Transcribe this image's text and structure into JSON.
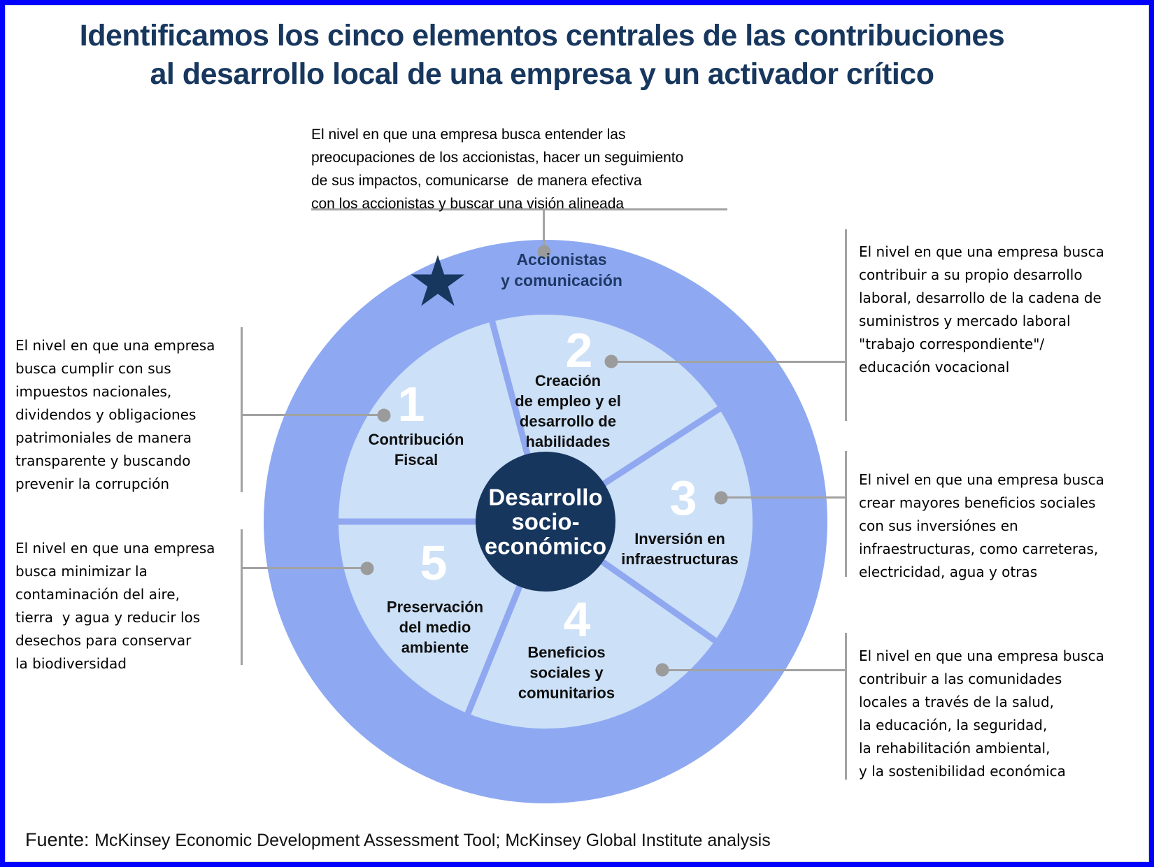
{
  "title": {
    "text": "Identificamos los cinco elementos centrales de las contribuciones\nal desarrollo local de una empresa y un activador crítico"
  },
  "center": {
    "label": "Desarrollo\nsocio-\neconómico"
  },
  "activator": {
    "star": "★",
    "label": "Accionistas\ny comunicación",
    "annotation": "El nivel en que una empresa busca entender las\npreocupaciones de los accionistas, hacer un seguimiento\nde sus impactos, comunicarse  de manera efectiva\ncon los accionistas y buscar una visión alineada"
  },
  "segments": [
    {
      "number": "1",
      "label": "Contribución\nFiscal",
      "annotation": "El nivel en que una empresa\nbusca cumplir con sus\nimpuestos nacionales,\ndividendos y obligaciones\npatrimoniales de manera\ntransparente y buscando\nprevenir la corrupción"
    },
    {
      "number": "2",
      "label": "Creación\nde empleo y el\ndesarrollo de\nhabilidades",
      "annotation": "El nivel en que una empresa busca\ncontribuir a su propio desarrollo\nlaboral, desarrollo de la cadena de\nsuministros y mercado laboral\n\"trabajo correspondiente\"/\neducación vocacional"
    },
    {
      "number": "3",
      "label": "Inversión en\ninfraestructuras",
      "annotation": "El nivel en que una empresa busca\ncrear mayores beneficios sociales\ncon sus inversiónes en\ninfraestructuras, como carreteras,\nelectricidad, agua y otras"
    },
    {
      "number": "4",
      "label": "Beneficios\nsociales y\ncomunitarios",
      "annotation": "El nivel en que una empresa busca\ncontribuir a las comunidades\nlocales a través de la salud,\nla educación, la seguridad,\nla rehabilitación ambiental,\ny la sostenibilidad económica"
    },
    {
      "number": "5",
      "label": "Preservación\ndel medio\nambiente",
      "annotation": "El nivel en que una empresa\nbusca minimizar la\ncontaminación del aire,\ntierra  y agua y reducir los\ndesechos para conservar\nla biodiversidad"
    }
  ],
  "source": {
    "label": "Fuente: ",
    "text": "McKinsey Economic Development Assessment Tool; McKinsey Global Institute analysis"
  },
  "colors": {
    "frame": "#0000ff",
    "title": "#17375e",
    "outer_ring": "#8ea9f2",
    "inner_disc": "#cce0f7",
    "spoke": "#8fa8f0",
    "center_circle": "#17365e",
    "number": "#ffffff",
    "segment_label": "#101010",
    "activator_text": "#1f3864",
    "callout_line": "#a2a2a2",
    "annotation_text": "#000000"
  }
}
